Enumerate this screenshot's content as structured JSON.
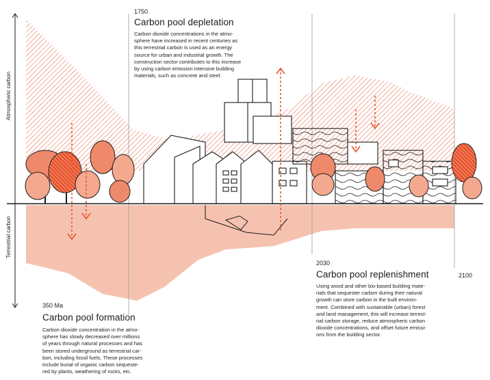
{
  "axis": {
    "atmospheric": "Atmospheric carbon",
    "terrestrial": "Terrestrial carbon"
  },
  "sections": {
    "depletion": {
      "year": "1750",
      "title": "Carbon pool depletation",
      "lines": [
        "Carbon dioxide concentrations in the atmo-",
        "sphere have increased in recent centuries as",
        "this terrestrial carbon is used as an energy",
        "source for urban and industrial growth. The",
        "construction sector contributes to this increase",
        "by using carbon emission intensive building",
        "materials, such as concrete and steel."
      ]
    },
    "replenishment": {
      "year": "2030",
      "year_end": "2100",
      "title": "Carbon pool replenishment",
      "lines": [
        "Using wood and other bio-based building mate-",
        "rials that sequester carbon during their natural",
        "growth can store carbon in the built environ-",
        "ment. Combined with sustainable (urban) forest",
        "and land management, this will increase terrest-",
        "rial carbon storage, reduce atmospheric carbon",
        "dioxide concentrations, and offset future emissi-",
        "ons from the building sector."
      ]
    },
    "formation": {
      "year": "350 Ma",
      "title": "Carbon pool formation",
      "lines": [
        "Carbon dioxide concentration in the atmo-",
        "sphere has slowly decreased over millions",
        "of years through natural processes and has",
        "been stored underground as terrestrial car-",
        "bon, including fossil fuels. These processes",
        "include burial of organic carbon sequeste-",
        "red by plants, weathering of rocks, etc."
      ]
    }
  },
  "colors": {
    "accent": "#e8552e",
    "tree_light": "#f4a88e",
    "tree_mid": "#ee8a6b",
    "ground": "#f6c2b0",
    "hatch": "#e8552e",
    "line": "#1a1a1a"
  }
}
